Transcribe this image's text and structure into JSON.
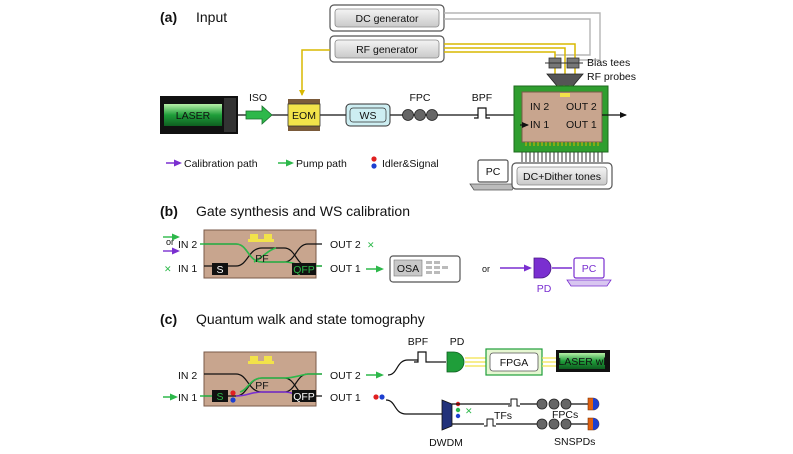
{
  "panel_a": {
    "letter": "(a)",
    "heading": "Input",
    "dc_generator": "DC generator",
    "rf_generator": "RF generator",
    "bias_tees": "Bias tees",
    "rf_probes": "RF probes",
    "laser": "LASER",
    "iso": "ISO",
    "eom": "EOM",
    "ws": "WS",
    "fpc": "FPC",
    "bpf": "BPF",
    "in2": "IN 2",
    "in1": "IN 1",
    "out2": "OUT 2",
    "out1": "OUT 1",
    "pc": "PC",
    "dither": "DC+Dither tones",
    "legend_calibration": "Calibration path",
    "legend_pump": "Pump path",
    "legend_idler": "Idler&Signal"
  },
  "panel_b": {
    "letter": "(b)",
    "heading": "Gate synthesis and WS calibration",
    "or_left": "or",
    "in2": "IN 2",
    "in1": "IN 1",
    "s": "S",
    "pf": "PF",
    "qfp": "QFP",
    "out2": "OUT 2",
    "out1": "OUT 1",
    "osa": "OSA",
    "or_mid": "or",
    "pd": "PD",
    "pc": "PC"
  },
  "panel_c": {
    "letter": "(c)",
    "heading": "Quantum walk and state tomography",
    "in2": "IN 2",
    "in1": "IN 1",
    "s": "S",
    "pf": "PF",
    "qfp": "QFP",
    "out2": "OUT 2",
    "out1": "OUT 1",
    "bpf": "BPF",
    "pd": "PD",
    "fpga": "FPGA",
    "laser_wl": "LASER wl",
    "tfs": "TFs",
    "fpcs": "FPCs",
    "dwdm": "DWDM",
    "snspds": "SNSPDs"
  },
  "colors": {
    "chip": "#c8a58e",
    "laser_green": "#1f9e3a",
    "pump_green": "#2db84a",
    "calib_purple": "#7a2fd0",
    "yellow": "#f2e24a",
    "wire_yellow": "#d9b800",
    "ws_fill": "#cdeef2",
    "osa_fill": "#c8c8c8",
    "pc_purple": "#7a2fd0"
  }
}
